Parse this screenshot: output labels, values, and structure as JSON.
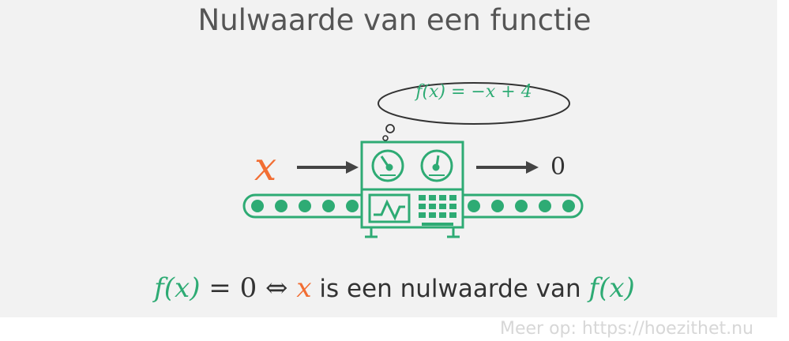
{
  "title": "Nulwaarde van een functie",
  "bubble_formula": "f(x) = −x + 4",
  "input_label": "x",
  "output_label": "0",
  "bottom_formula": {
    "lhs": "f(x)",
    "equals_zero": " = 0 ⇔ ",
    "x": "x",
    "text": " is een nulwaarde van ",
    "rhs": "f(x)"
  },
  "watermark": "Meer op: https://hoezithet.nu",
  "colors": {
    "green": "#2eab74",
    "orange": "#f26d32",
    "gray": "#555555",
    "background": "#f2f2f2"
  },
  "icons": [
    "gauge-icon",
    "wave-icon",
    "keypad-icon",
    "arrow-right-icon"
  ]
}
